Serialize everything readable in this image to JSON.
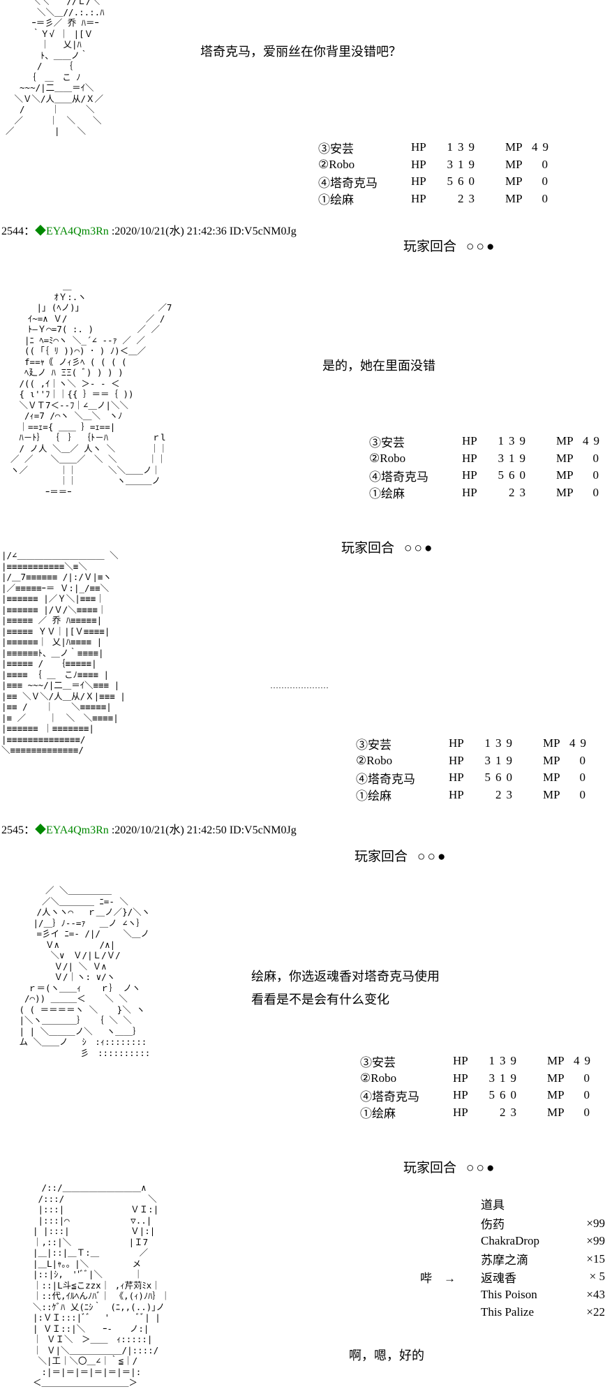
{
  "colors": {
    "background": "#ffffff",
    "text": "#000000",
    "poster_name_green": "#008800"
  },
  "posts": [
    {
      "prefix": "2544：",
      "name": "◆EYA4Qm3Rn",
      "meta": " :2020/10/21(水) 21:42:36 ID:V5cNM0Jg"
    },
    {
      "prefix": "2545：",
      "name": "◆EYA4Qm3Rn",
      "meta": " :2020/10/21(水) 21:42:50 ID:V5cNM0Jg"
    }
  ],
  "turn": {
    "label": "玩家回合",
    "symbols": "○○●"
  },
  "dialogues": {
    "d1": "塔奇克马，爱丽丝在你背里没错吧？",
    "d2": "是的，她在里面没错",
    "d3": "…………………",
    "d4_line1": "绘麻，你选返魂香对塔奇克马使用",
    "d4_line2": "看看是不是会有什么变化",
    "d5": "啊，嗯，好的"
  },
  "status_table": {
    "rows": [
      {
        "name": "③安芸",
        "hp_label": "HP",
        "hp": "139",
        "mp_label": "MP",
        "mp": "49"
      },
      {
        "name": "②Robo",
        "hp_label": "HP",
        "hp": "319",
        "mp_label": "MP",
        "mp": "0"
      },
      {
        "name": "④塔奇克马",
        "hp_label": "HP",
        "hp": "560",
        "mp_label": "MP",
        "mp": "0"
      },
      {
        "name": "①绘麻",
        "hp_label": "HP",
        "hp": "23",
        "mp_label": "MP",
        "mp": "0"
      }
    ]
  },
  "items": {
    "header": "道具",
    "pointer": "哔　→",
    "list": [
      {
        "name": "伤药",
        "count": "×99"
      },
      {
        "name": "ChakraDrop",
        "count": "×99"
      },
      {
        "name": "苏摩之滴",
        "count": "×15"
      },
      {
        "name": "返魂香",
        "count": "× 5"
      },
      {
        "name": "This Poison",
        "count": "×43"
      },
      {
        "name": "This Palize",
        "count": "×22"
      }
    ]
  },
  "ascii_art": {
    "block1": [
      "　　　＼＼　　//Ｌ/＼",
      "　　　 ＼＼＿//.:.:.ﾊ",
      "　　　ｰ＝彡／ 乔 ﾊ＝ｰ",
      "　　　｀Ｙ√ ｜ |[Ｖ",
      "　　　　｜　 乂|ﾊ",
      "　　　　ﾄ、＿＿ノ｀",
      "　　　 /　　　｛",
      "　　　｛　＿　こ ﾉ",
      "　 ~~~/|二＿＿＝ｲ＼",
      "　＼Ｖ＼/人＿＿从/Ｘ／",
      "　 /　　　｜　　　＼",
      "　／　　　｜　＼　　＼",
      "／　　　　 |　　＼"
    ],
    "block2": [
      "　　　　　　＿",
      "　　　　　ｵＹ:.ヽ",
      "　　　|｣ (ﾍノ)｣　　　　　　　　　／7",
      "　　ｲ~=∧ Ｖ/　　　　　　　　　／ /",
      "　　ﾄ―Ｙ⌒=7( :. )　　　　　／ ／",
      "　 |ﾆ ﾍ=ﾐ⌒ヽ ＼_´∠ -‐ｧ ／ ／",
      "　 (( ｢｛ ﾘ ))⌒) ･ ) ﾉ)＜＿／",
      "　 f==ｬ｟ ノｨ彡ﾍ ( ( ( (",
      "　 ﾍ廴ノ ﾊ ΞΞ( ﾞ) ) ) )",
      "　/(( ,ｲ｜ヽ＼ ＞‐ - ＜",
      "　{ ι''ﾌ｜｜{{ ｝＝＝｛ ))",
      "　＼ＶＴ7＜--ﾌ｜∠＿ノ|＼＼",
      "　 /ｨ=7 /⌒ヽ ＼＿＼　ヽﾉ",
      "　｜==ｪ={ ＿＿ ｝=ｪ==|",
      "　ﾊ－ﾄ｝ ｛　｝ ｛ﾄ－ﾊ　　　　　ｒl",
      "　/ ノ人 ＼＿／ 人ヽ ＼　　　　｜｜",
      "／ ／　　＼＿＿／　＼ ＼　　　 ｜｜",
      "ヽ／　　　 ｜｜　　　 ＼＼＿＿ノ｜",
      "　　　　　 ｜｜　　　　 ヽ＿＿＿ノ",
      "　　　　ｰ＝＝ｰ"
    ],
    "block3": [
      "|/∠＿＿＿＿＿＿＿＿＿＿ ＼",
      "|≡≡≡≡≡≡≡≡≡≡≡＼≡＼",
      "|/＿7≡≡≡≡≡≡ /|:/Ｖ|≡ヽ",
      "|／≡≡≡≡≡ｰ＝ Ｖ:|_/≡≡＼",
      "|≡≡≡≡≡≡ |／Ｙ＼|≡≡≡｜",
      "|≡≡≡≡≡≡ |/Ｖ/＼≡≡≡≡｜",
      "|≡≡≡≡≡ ／ 乔 ﾊ≡≡≡≡≡|",
      "|≡≡≡≡≡ ＹＶ｜|[Ｖ≡≡≡≡|",
      "|≡≡≡≡≡≡｜ 乂|ﾊ≡≡≡≡ |",
      "|≡≡≡≡≡≡ﾄ、＿ノ｀≡≡≡≡|",
      "|≡≡≡≡≡ /　　｛≡≡≡≡≡|",
      "|≡≡≡≡ ｛ ＿　こﾉ≡≡≡≡ |",
      "|≡≡≡ ~~~/|二＿＝ｲ＼≡≡≡ |",
      "|≡≡ ＼Ｖ＼/人＿从/Ｘ|≡≡≡ |",
      "|≡≡ /　　｜　　＼≡≡≡≡≡|",
      "|≡ ／　　 ｜　＼　＼≡≡≡≡|",
      "|≡≡≡≡≡≡ ｜≡≡≡≡≡≡≡|",
      "|≡≡≡≡≡≡≡≡≡≡≡≡≡≡/",
      "＼≡≡≡≡≡≡≡≡≡≡≡≡≡/"
    ],
    "block4": [
      "　　　　／ ＼＿＿＿＿＿",
      "　　　 ／＼＿＿＿＿ ﾆ=- ＼",
      "　　　/人ヽヽ⌒　 ｒ＿ノ／}/＼ヽ",
      "　　 |/＿｝ﾉ--=ｧ　 ＿ノ ∠ヽ｝",
      "　　　=彡イ ﾆ=- /|/ 　　＼＿ノ",
      "　　　　Ｖ∧　　　　 /∧|",
      "　　　　 ＼∨　Ｖ/|Ｌ/Ｖ/",
      "　　　　　Ｖ/| ＼ Ｖ∧",
      "　　　　　Ｖ/｜ヽ: ∨/ヽ",
      "　　ｒ＝(ヽ＿＿ｨ 　 ｒ｝ ノヽ",
      "　 /⌒)) ＿＿＿＜ 　 ＼ ＼",
      "　( ( ＝＝＝＝ヽ ＼ 　 }＼ ヽ",
      "　|＼ヽ＿＿＿＿｝　 ｛ ＼ ＼",
      "　| | ＼＿＿＿ノ＼　 ヽ＿＿｝",
      "　ム ＼＿＿ノ　 ｼ　:ｨ::::::::",
      "　　　　　　　　彡　::::::::::"
    ],
    "block5": [
      "　　　/::/＿＿＿＿＿＿＿＿＿∧",
      "　　 /:::/　　　　　　　　　 ＼",
      "　　 |:::|　　　　　　　 ＶＩ:|",
      "　　 |:::|⌒　　　　　　　▽..|",
      "　　| |:::|　　　　　　　Ｖ|:|",
      "　　｜,::|＼　　　　　　 |Ｉ7",
      "　　|＿|::|＿Ｔ:＿　　　　 ／",
      "　　|＿L|ｬ｡。|＼　　　　　メ",
      "　　|::|ｼ,　''ﾞﾞ|＼　　　 ｜",
      "　　｜::|L斗≦こzzx｜ ,ｨ芹苅ﾐx｜",
      "　　｜::代,ｲﾙﾍんﾉﾊﾞ｜ 《,(ｨ)ﾉﾊ｝｜",
      "　　＼::ｹﾞﾊ 乂(ﾆｼ｀　(ﾆ,,(..)｣ノ",
      "　　|:ＶＩ:::|ﾞﾞ　 '　　　ﾞﾞ| |",
      "　　| ＶＩ::|＼　　ｰ-　　ノ:|",
      "　　｜ ＶＩ＼　＞＿＿　ｨ:::::|",
      "　　｜ Ｖ|＼＿＿＿＿＿＿/|::::/",
      "　　 ＼|工｜＼〇＿∠｜｀≦｜/",
      "　　　:|＝|＝|＝|＝|＝|＝|:",
      "　　＜＿＿＿＿＿＿＿＿＿＿＞"
    ]
  }
}
